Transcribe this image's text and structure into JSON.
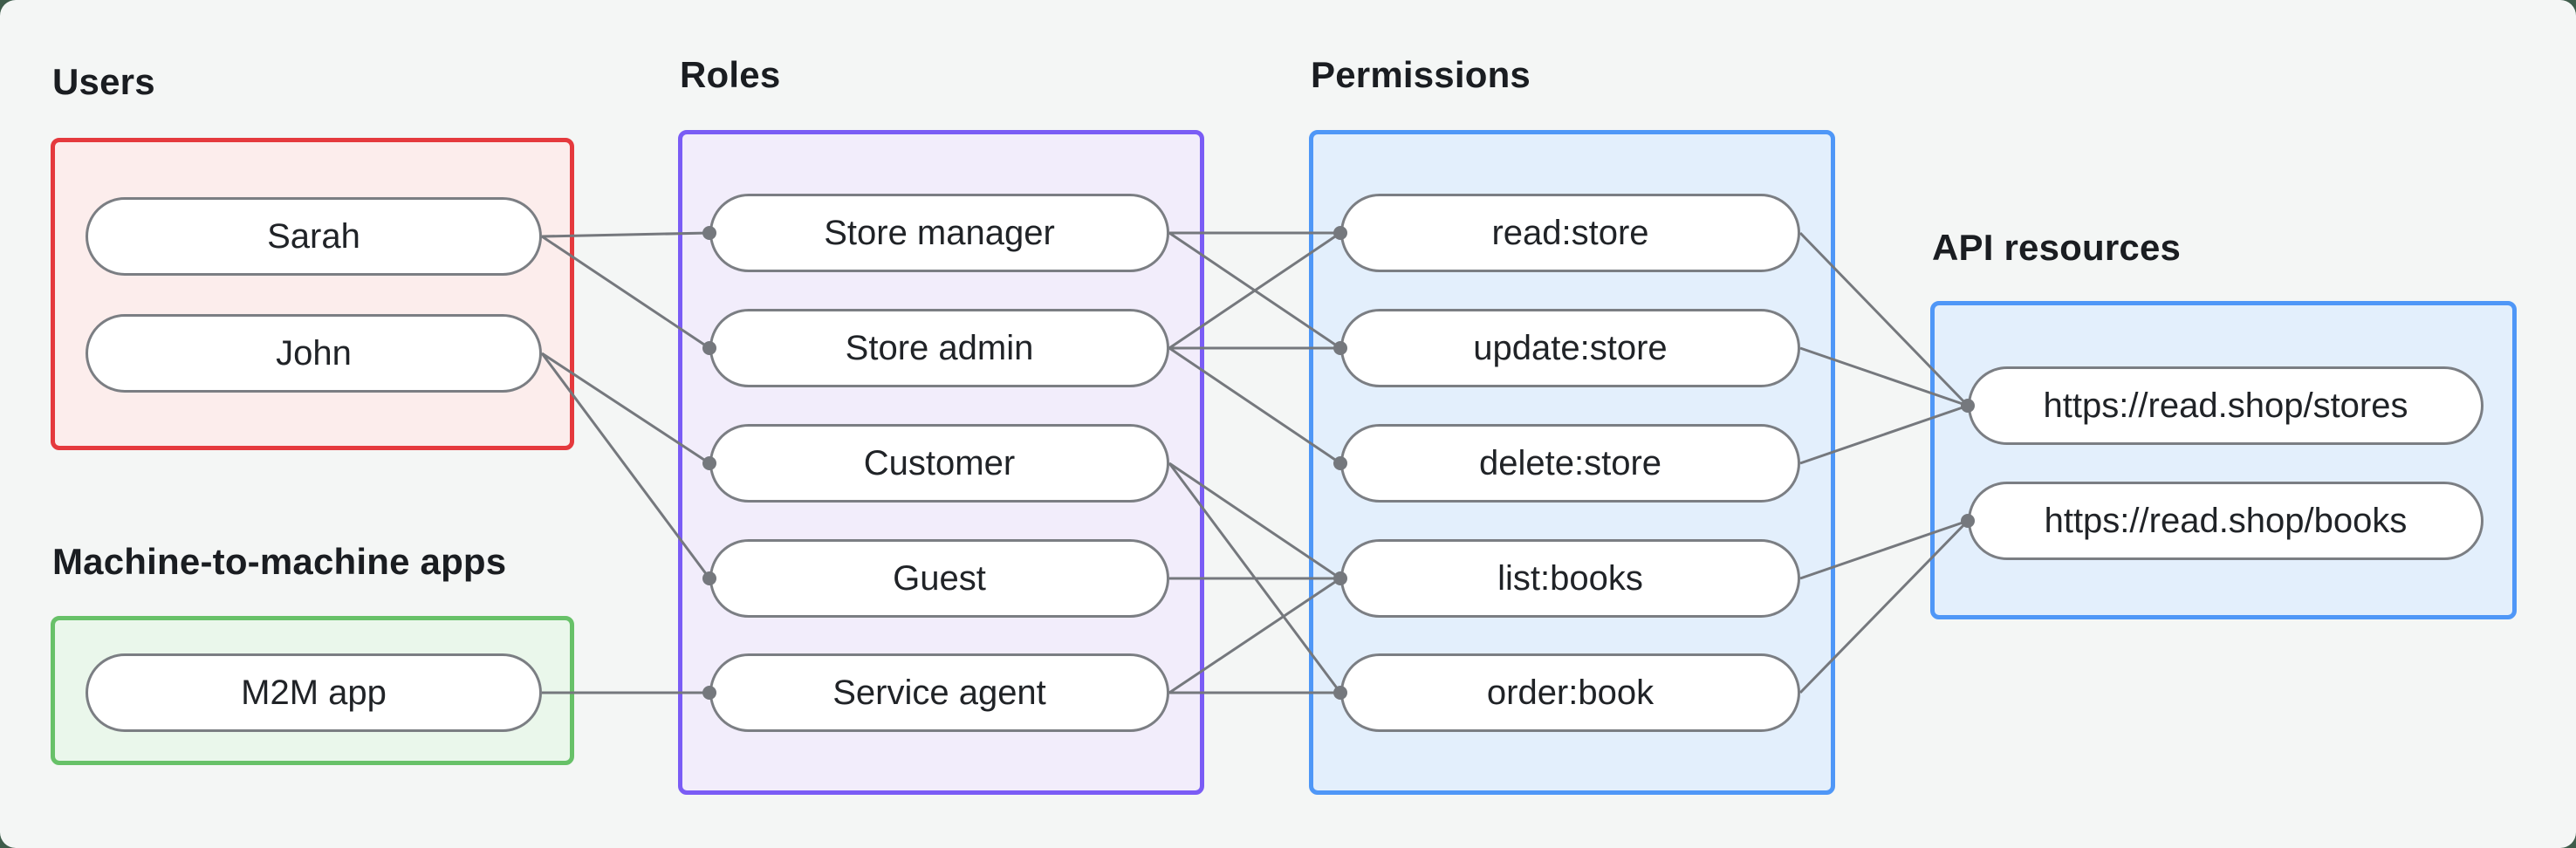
{
  "page": {
    "background_color": "#3F5C4B",
    "card_background_color": "#F4F6F5"
  },
  "edge_style": {
    "stroke_color": "#75787D",
    "dot_color": "#75787D"
  },
  "node_style": {
    "border_color": "#7B7E83",
    "fill_color": "#FFFFFF",
    "text_color": "#202327"
  },
  "groups": [
    {
      "id": "users",
      "label": "Users",
      "border_color": "#E5393D",
      "fill_color": "#FCEDEC"
    },
    {
      "id": "m2m",
      "label": "Machine-to-machine apps",
      "border_color": "#67C168",
      "fill_color": "#EAF7EB"
    },
    {
      "id": "roles",
      "label": "Roles",
      "border_color": "#7A5CF5",
      "fill_color": "#F2EDFB"
    },
    {
      "id": "permissions",
      "label": "Permissions",
      "border_color": "#4F97F7",
      "fill_color": "#E3EFFC"
    },
    {
      "id": "api",
      "label": "API resources",
      "border_color": "#4F97F7",
      "fill_color": "#E3EFFC"
    }
  ],
  "nodes": [
    {
      "id": "sarah",
      "group": "users",
      "label": "Sarah"
    },
    {
      "id": "john",
      "group": "users",
      "label": "John"
    },
    {
      "id": "m2m-app",
      "group": "m2m",
      "label": "M2M app"
    },
    {
      "id": "store-manager",
      "group": "roles",
      "label": "Store manager"
    },
    {
      "id": "store-admin",
      "group": "roles",
      "label": "Store admin"
    },
    {
      "id": "customer",
      "group": "roles",
      "label": "Customer"
    },
    {
      "id": "guest",
      "group": "roles",
      "label": "Guest"
    },
    {
      "id": "service-agent",
      "group": "roles",
      "label": "Service agent"
    },
    {
      "id": "read-store",
      "group": "permissions",
      "label": "read:store"
    },
    {
      "id": "update-store",
      "group": "permissions",
      "label": "update:store"
    },
    {
      "id": "delete-store",
      "group": "permissions",
      "label": "delete:store"
    },
    {
      "id": "list-books",
      "group": "permissions",
      "label": "list:books"
    },
    {
      "id": "order-book",
      "group": "permissions",
      "label": "order:book"
    },
    {
      "id": "api-stores",
      "group": "api",
      "label": "https://read.shop/stores"
    },
    {
      "id": "api-books",
      "group": "api",
      "label": "https://read.shop/books"
    }
  ],
  "edges": [
    {
      "from": "sarah",
      "to": "store-manager"
    },
    {
      "from": "sarah",
      "to": "store-admin"
    },
    {
      "from": "john",
      "to": "customer"
    },
    {
      "from": "john",
      "to": "guest"
    },
    {
      "from": "m2m-app",
      "to": "service-agent"
    },
    {
      "from": "store-manager",
      "to": "read-store"
    },
    {
      "from": "store-manager",
      "to": "update-store"
    },
    {
      "from": "store-admin",
      "to": "read-store"
    },
    {
      "from": "store-admin",
      "to": "update-store"
    },
    {
      "from": "store-admin",
      "to": "delete-store"
    },
    {
      "from": "customer",
      "to": "list-books"
    },
    {
      "from": "customer",
      "to": "order-book"
    },
    {
      "from": "guest",
      "to": "list-books"
    },
    {
      "from": "service-agent",
      "to": "list-books"
    },
    {
      "from": "service-agent",
      "to": "order-book"
    },
    {
      "from": "read-store",
      "to": "api-stores"
    },
    {
      "from": "update-store",
      "to": "api-stores"
    },
    {
      "from": "delete-store",
      "to": "api-stores"
    },
    {
      "from": "list-books",
      "to": "api-books"
    },
    {
      "from": "order-book",
      "to": "api-books"
    }
  ]
}
